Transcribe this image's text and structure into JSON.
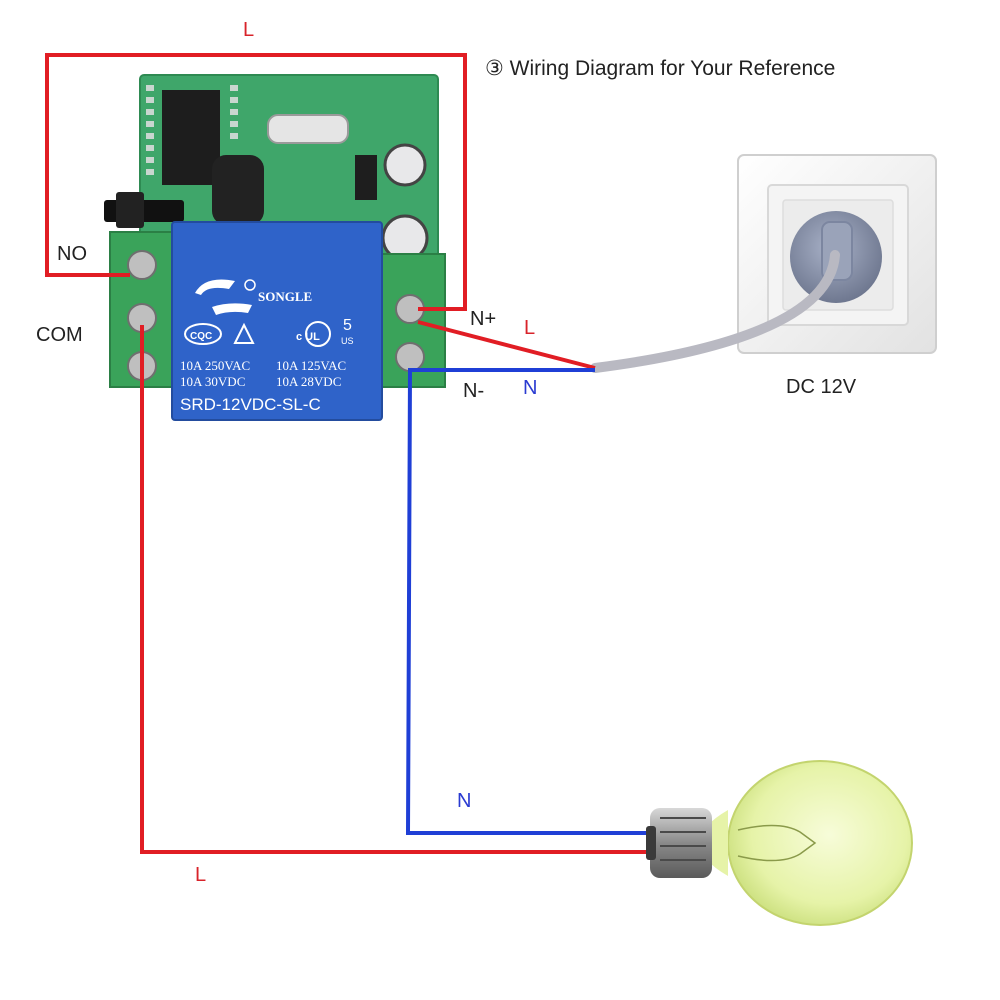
{
  "title": "③ Wiring Diagram for Your Reference",
  "terminal_labels": {
    "no": "NO",
    "com": "COM",
    "n_plus": "N+",
    "n_minus": "N-"
  },
  "wire_labels": {
    "loop_top": "L",
    "supply_live": "L",
    "supply_neutral": "N",
    "lamp_neutral": "N",
    "lamp_live": "L"
  },
  "power_source": {
    "label": "DC 12V"
  },
  "relay": {
    "brand": "SONGLE",
    "rating_number": "5",
    "rating_sub": "US",
    "ul_mark": "c UL",
    "cqc_mark": "CQC",
    "ratings_left_1": "10A 250VAC",
    "ratings_left_2": "10A  30VDC",
    "ratings_right_1": "10A 125VAC",
    "ratings_right_2": "10A  28VDC",
    "model": "SRD-12VDC-SL-C"
  },
  "colors": {
    "live_wire": "#e11d24",
    "neutral_wire": "#1f3fd6",
    "relay_blue": "#2f63c9",
    "pcb_green": "#3fa66a",
    "terminal_green": "#3aa35a",
    "cable_grey": "#b9b9c2",
    "bulb_glass": "#e9f5b0"
  },
  "icons": [
    "relay-module-icon",
    "wall-socket-icon",
    "light-bulb-icon"
  ]
}
